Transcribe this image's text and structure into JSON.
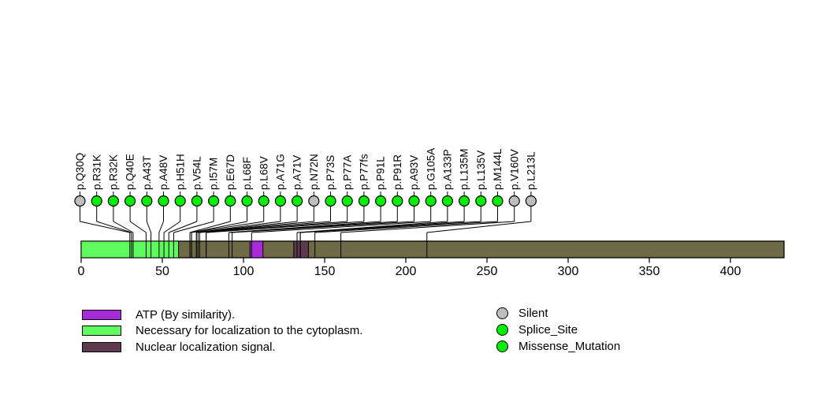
{
  "chart_data": {
    "type": "lollipop",
    "title": "",
    "protein": {
      "start": 0,
      "end": 433
    },
    "axis": {
      "ticks": [
        0,
        50,
        100,
        150,
        200,
        250,
        300,
        350,
        400
      ]
    },
    "colors": {
      "track": "#6E6A47",
      "lollipop_green": "#00EE00",
      "lollipop_gray": "#BEBEBE",
      "line": "#000000",
      "text": "#000000"
    },
    "mutations": [
      {
        "label": "p.Q30Q",
        "position": 30,
        "color": "gray"
      },
      {
        "label": "p.R31K",
        "position": 31,
        "color": "green"
      },
      {
        "label": "p.R32K",
        "position": 32,
        "color": "green"
      },
      {
        "label": "p.Q40E",
        "position": 40,
        "color": "green"
      },
      {
        "label": "p.A43T",
        "position": 43,
        "color": "green"
      },
      {
        "label": "p.A48V",
        "position": 48,
        "color": "green"
      },
      {
        "label": "p.H51H",
        "position": 51,
        "color": "green"
      },
      {
        "label": "p.V54L",
        "position": 54,
        "color": "green"
      },
      {
        "label": "p.I57M",
        "position": 57,
        "color": "green"
      },
      {
        "label": "p.E67D",
        "position": 67,
        "color": "green"
      },
      {
        "label": "p.L68F",
        "position": 68,
        "color": "green"
      },
      {
        "label": "p.L68V",
        "position": 68,
        "color": "green"
      },
      {
        "label": "p.A71G",
        "position": 71,
        "color": "green"
      },
      {
        "label": "p.A71V",
        "position": 71,
        "color": "green"
      },
      {
        "label": "p.N72N",
        "position": 72,
        "color": "gray"
      },
      {
        "label": "p.P73S",
        "position": 73,
        "color": "green"
      },
      {
        "label": "p.P77A",
        "position": 77,
        "color": "green"
      },
      {
        "label": "p.P77fs",
        "position": 77,
        "color": "green"
      },
      {
        "label": "p.P91L",
        "position": 91,
        "color": "green"
      },
      {
        "label": "p.P91R",
        "position": 91,
        "color": "green"
      },
      {
        "label": "p.A93V",
        "position": 93,
        "color": "green"
      },
      {
        "label": "p.G105A",
        "position": 105,
        "color": "green"
      },
      {
        "label": "p.A133P",
        "position": 133,
        "color": "green"
      },
      {
        "label": "p.L135M",
        "position": 135,
        "color": "green"
      },
      {
        "label": "p.L135V",
        "position": 135,
        "color": "green"
      },
      {
        "label": "p.M144L",
        "position": 144,
        "color": "green"
      },
      {
        "label": "p.V160V",
        "position": 160,
        "color": "gray"
      },
      {
        "label": "p.L213L",
        "position": 213,
        "color": "gray"
      }
    ],
    "domains": [
      {
        "label": "ATP (By similarity).",
        "start": 104,
        "end": 112,
        "color": "#A82BD8"
      },
      {
        "label": "Necessary for localization to the cytoplasm.",
        "start": 0,
        "end": 60,
        "color": "#5EFA5E"
      },
      {
        "label": "Nuclear localization signal.",
        "start": 131,
        "end": 140,
        "color": "#5E3A4E"
      }
    ],
    "legend_mutation_types": [
      {
        "label": "Silent",
        "color": "gray"
      },
      {
        "label": "Splice_Site",
        "color": "green"
      },
      {
        "label": "Missense_Mutation",
        "color": "green"
      }
    ]
  }
}
